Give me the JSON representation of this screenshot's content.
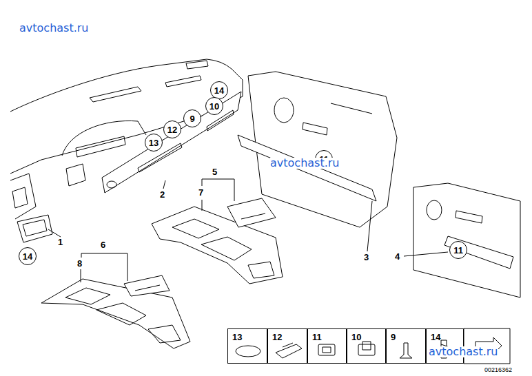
{
  "diagram": {
    "nodes": [
      {
        "text": [
          "14"
        ]
      },
      {
        "text": [
          "10"
        ]
      },
      {
        "text": [
          "9"
        ]
      },
      {
        "text": [
          "12"
        ]
      },
      {
        "text": [
          "13"
        ]
      },
      {
        "text": [
          "11"
        ]
      },
      {
        "text": [
          "11"
        ]
      },
      {
        "text": [
          "14"
        ]
      },
      {
        "text": [
          "13"
        ]
      },
      {
        "text": [
          "12"
        ]
      },
      {
        "text": [
          "11"
        ]
      },
      {
        "text": [
          "10"
        ]
      },
      {
        "text": [
          "9"
        ]
      },
      {
        "text": [
          "14"
        ]
      }
    ],
    "labels": [
      "avtochast.ru",
      "avtochast.ru",
      "5",
      "2",
      "7",
      "1",
      "3",
      "4",
      "6",
      "8",
      "avtochast.ru",
      "00216362"
    ]
  }
}
